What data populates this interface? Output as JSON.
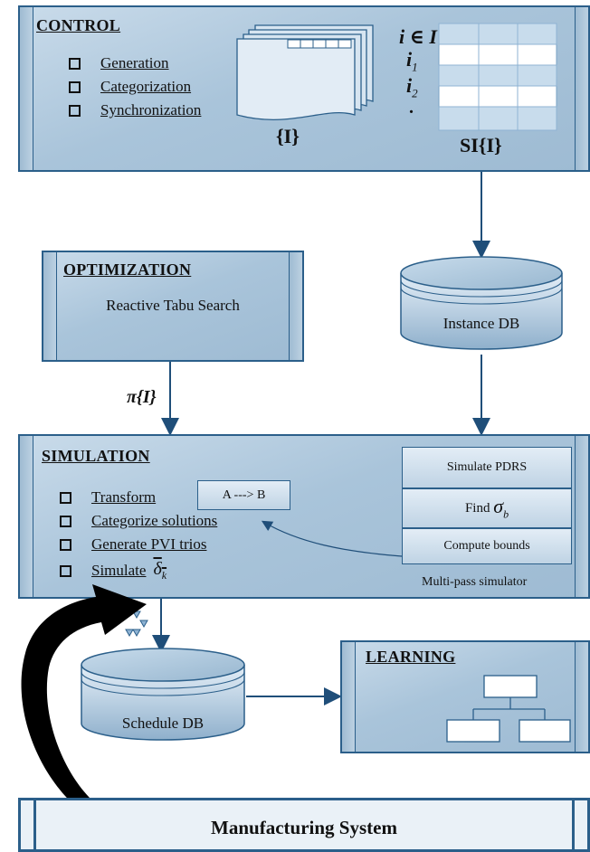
{
  "control": {
    "title": "CONTROL",
    "items": [
      "Generation",
      "Categorization",
      "Synchronization"
    ],
    "set_label": "{I}",
    "table_label": "SI{I}",
    "index_main": "i ∈ I",
    "index_1": "i",
    "index_1_sub": "1",
    "index_2": "i",
    "index_2_sub": "2",
    "index_dot": "."
  },
  "optimization": {
    "title": "OPTIMIZATION",
    "method": "Reactive Tabu Search",
    "output_label": "π{I}"
  },
  "instance_db": {
    "label": "Instance DB"
  },
  "simulation": {
    "title": "SIMULATION",
    "items": [
      "Transform",
      "Categorize solutions",
      "Generate PVI trios",
      "Simulate"
    ],
    "simulate_symbol": "δ",
    "simulate_symbol_sub": "k",
    "transform_box": "A ---> B",
    "multipass": {
      "steps": [
        "Simulate PDRS",
        "Find",
        "Compute bounds"
      ],
      "find_symbol": "σ",
      "find_symbol_sub": "b",
      "caption": "Multi-pass simulator"
    }
  },
  "schedule_db": {
    "label": "Schedule DB"
  },
  "learning": {
    "title": "LEARNING"
  },
  "manufacturing": {
    "label": "Manufacturing System"
  },
  "colors": {
    "panel_border": "#2b5f8a",
    "arrow": "#1f4e79",
    "panel_fill": "#aac4da",
    "feedback_arrow": "#000000"
  }
}
